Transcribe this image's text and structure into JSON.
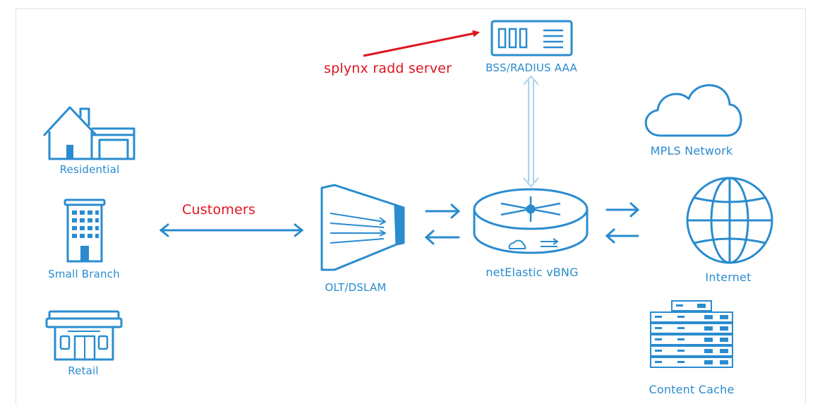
{
  "annotations": {
    "splynx": "splynx radd server",
    "customers": "Customers"
  },
  "nodes": {
    "bss": "BSS/RADIUS AAA",
    "residential": "Residential",
    "small_branch": "Small Branch",
    "retail": "Retail",
    "olt": "OLT/DSLAM",
    "vbng": "netElastic vBNG",
    "mpls": "MPLS Network",
    "internet": "Internet",
    "cache": "Content Cache"
  },
  "icons": {
    "bss": "rack-server-icon",
    "residential": "house-icon",
    "small_branch": "office-building-icon",
    "retail": "storefront-icon",
    "olt": "olt-dslam-icon",
    "vbng": "router-icon",
    "mpls": "cloud-icon",
    "internet": "globe-icon",
    "cache": "server-stack-icon"
  },
  "colors": {
    "icon_blue": "#2a8ccf",
    "annotation_red": "#e0141e"
  }
}
